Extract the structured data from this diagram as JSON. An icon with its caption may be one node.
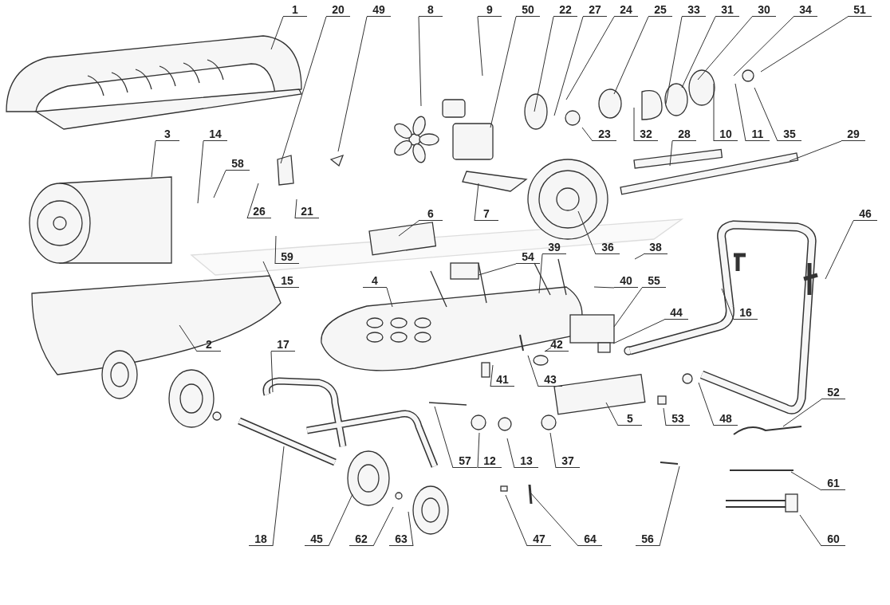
{
  "diagram": {
    "nodes": [
      {
        "text": [
          "1"
        ]
      },
      {
        "text": [
          "20"
        ]
      },
      {
        "text": [
          "49"
        ]
      },
      {
        "text": [
          "8"
        ]
      },
      {
        "text": [
          "9"
        ]
      },
      {
        "text": [
          "50"
        ]
      },
      {
        "text": [
          "22"
        ]
      },
      {
        "text": [
          "27"
        ]
      },
      {
        "text": [
          "24"
        ]
      },
      {
        "text": [
          "25"
        ]
      },
      {
        "text": [
          "33"
        ]
      },
      {
        "text": [
          "31"
        ]
      },
      {
        "text": [
          "30"
        ]
      },
      {
        "text": [
          "34"
        ]
      },
      {
        "text": [
          "51"
        ]
      },
      {
        "text": [
          "3"
        ]
      },
      {
        "text": [
          "14"
        ]
      },
      {
        "text": [
          "58"
        ]
      },
      {
        "text": [
          "26"
        ]
      },
      {
        "text": [
          "21"
        ]
      },
      {
        "text": [
          "23"
        ]
      },
      {
        "text": [
          "32"
        ]
      },
      {
        "text": [
          "28"
        ]
      },
      {
        "text": [
          "10"
        ]
      },
      {
        "text": [
          "11"
        ]
      },
      {
        "text": [
          "35"
        ]
      },
      {
        "text": [
          "29"
        ]
      },
      {
        "text": [
          "6"
        ]
      },
      {
        "text": [
          "7"
        ]
      },
      {
        "text": [
          "46"
        ]
      },
      {
        "text": [
          "54"
        ]
      },
      {
        "text": [
          "36"
        ]
      },
      {
        "text": [
          "38"
        ]
      },
      {
        "text": [
          "59"
        ]
      },
      {
        "text": [
          "15"
        ]
      },
      {
        "text": [
          "39"
        ]
      },
      {
        "text": [
          "40"
        ]
      },
      {
        "text": [
          "55"
        ]
      },
      {
        "text": [
          "4"
        ]
      },
      {
        "text": [
          "44"
        ]
      },
      {
        "text": [
          "16"
        ]
      },
      {
        "text": [
          "2"
        ]
      },
      {
        "text": [
          "17"
        ]
      },
      {
        "text": [
          "42"
        ]
      },
      {
        "text": [
          "41"
        ]
      },
      {
        "text": [
          "43"
        ]
      },
      {
        "text": [
          "5"
        ]
      },
      {
        "text": [
          "53"
        ]
      },
      {
        "text": [
          "48"
        ]
      },
      {
        "text": [
          "52"
        ]
      },
      {
        "text": [
          "57"
        ]
      },
      {
        "text": [
          "12"
        ]
      },
      {
        "text": [
          "13"
        ]
      },
      {
        "text": [
          "37"
        ]
      },
      {
        "text": [
          "61"
        ]
      },
      {
        "text": [
          "18"
        ]
      },
      {
        "text": [
          "45"
        ]
      },
      {
        "text": [
          "62"
        ]
      },
      {
        "text": [
          "63"
        ]
      },
      {
        "text": [
          "47"
        ]
      },
      {
        "text": [
          "64"
        ]
      },
      {
        "text": [
          "56"
        ]
      },
      {
        "text": [
          "60"
        ]
      }
    ],
    "edges": [
      {
        "from": 0,
        "to": null,
        "arrow": "none"
      },
      {
        "from": 1,
        "to": null,
        "arrow": "none"
      },
      {
        "from": 2,
        "to": null,
        "arrow": "none"
      },
      {
        "from": 3,
        "to": null,
        "arrow": "none"
      },
      {
        "from": 4,
        "to": null,
        "arrow": "none"
      },
      {
        "from": 5,
        "to": null,
        "arrow": "none"
      },
      {
        "from": 6,
        "to": null,
        "arrow": "none"
      },
      {
        "from": 7,
        "to": null,
        "arrow": "none"
      },
      {
        "from": 8,
        "to": null,
        "arrow": "none"
      },
      {
        "from": 9,
        "to": null,
        "arrow": "none"
      },
      {
        "from": 10,
        "to": null,
        "arrow": "none"
      },
      {
        "from": 11,
        "to": null,
        "arrow": "none"
      },
      {
        "from": 12,
        "to": null,
        "arrow": "none"
      },
      {
        "from": 13,
        "to": null,
        "arrow": "none"
      },
      {
        "from": 14,
        "to": null,
        "arrow": "none"
      },
      {
        "from": 15,
        "to": null,
        "arrow": "none"
      },
      {
        "from": 16,
        "to": null,
        "arrow": "none"
      },
      {
        "from": 17,
        "to": null,
        "arrow": "none"
      },
      {
        "from": 18,
        "to": null,
        "arrow": "none"
      },
      {
        "from": 19,
        "to": null,
        "arrow": "none"
      },
      {
        "from": 20,
        "to": null,
        "arrow": "none"
      },
      {
        "from": 21,
        "to": null,
        "arrow": "none"
      },
      {
        "from": 22,
        "to": null,
        "arrow": "none"
      },
      {
        "from": 23,
        "to": null,
        "arrow": "none"
      },
      {
        "from": 24,
        "to": null,
        "arrow": "none"
      },
      {
        "from": 25,
        "to": null,
        "arrow": "none"
      },
      {
        "from": 26,
        "to": null,
        "arrow": "none"
      },
      {
        "from": 27,
        "to": null,
        "arrow": "none"
      },
      {
        "from": 28,
        "to": null,
        "arrow": "none"
      },
      {
        "from": 29,
        "to": null,
        "arrow": "none"
      },
      {
        "from": 30,
        "to": null,
        "arrow": "none"
      },
      {
        "from": 31,
        "to": null,
        "arrow": "none"
      },
      {
        "from": 32,
        "to": null,
        "arrow": "none"
      },
      {
        "from": 33,
        "to": null,
        "arrow": "none"
      },
      {
        "from": 34,
        "to": null,
        "arrow": "none"
      },
      {
        "from": 35,
        "to": null,
        "arrow": "none"
      },
      {
        "from": 36,
        "to": null,
        "arrow": "none"
      },
      {
        "from": 37,
        "to": null,
        "arrow": "none"
      },
      {
        "from": 38,
        "to": null,
        "arrow": "none"
      },
      {
        "from": 39,
        "to": null,
        "arrow": "none"
      },
      {
        "from": 40,
        "to": null,
        "arrow": "none"
      },
      {
        "from": 41,
        "to": null,
        "arrow": "none"
      },
      {
        "from": 42,
        "to": null,
        "arrow": "none"
      },
      {
        "from": 43,
        "to": null,
        "arrow": "none"
      },
      {
        "from": 44,
        "to": null,
        "arrow": "none"
      },
      {
        "from": 45,
        "to": null,
        "arrow": "none"
      },
      {
        "from": 46,
        "to": null,
        "arrow": "none"
      },
      {
        "from": 47,
        "to": null,
        "arrow": "none"
      },
      {
        "from": 48,
        "to": null,
        "arrow": "none"
      },
      {
        "from": 49,
        "to": null,
        "arrow": "none"
      },
      {
        "from": 50,
        "to": null,
        "arrow": "none"
      },
      {
        "from": 51,
        "to": null,
        "arrow": "none"
      },
      {
        "from": 52,
        "to": null,
        "arrow": "none"
      },
      {
        "from": 53,
        "to": null,
        "arrow": "none"
      },
      {
        "from": 54,
        "to": null,
        "arrow": "none"
      },
      {
        "from": 55,
        "to": null,
        "arrow": "none"
      },
      {
        "from": 56,
        "to": null,
        "arrow": "none"
      },
      {
        "from": 57,
        "to": null,
        "arrow": "none"
      },
      {
        "from": 58,
        "to": null,
        "arrow": "none"
      },
      {
        "from": 59,
        "to": null,
        "arrow": "none"
      },
      {
        "from": 60,
        "to": null,
        "arrow": "none"
      },
      {
        "from": 61,
        "to": null,
        "arrow": "none"
      },
      {
        "from": 62,
        "to": null,
        "arrow": "none"
      }
    ]
  }
}
